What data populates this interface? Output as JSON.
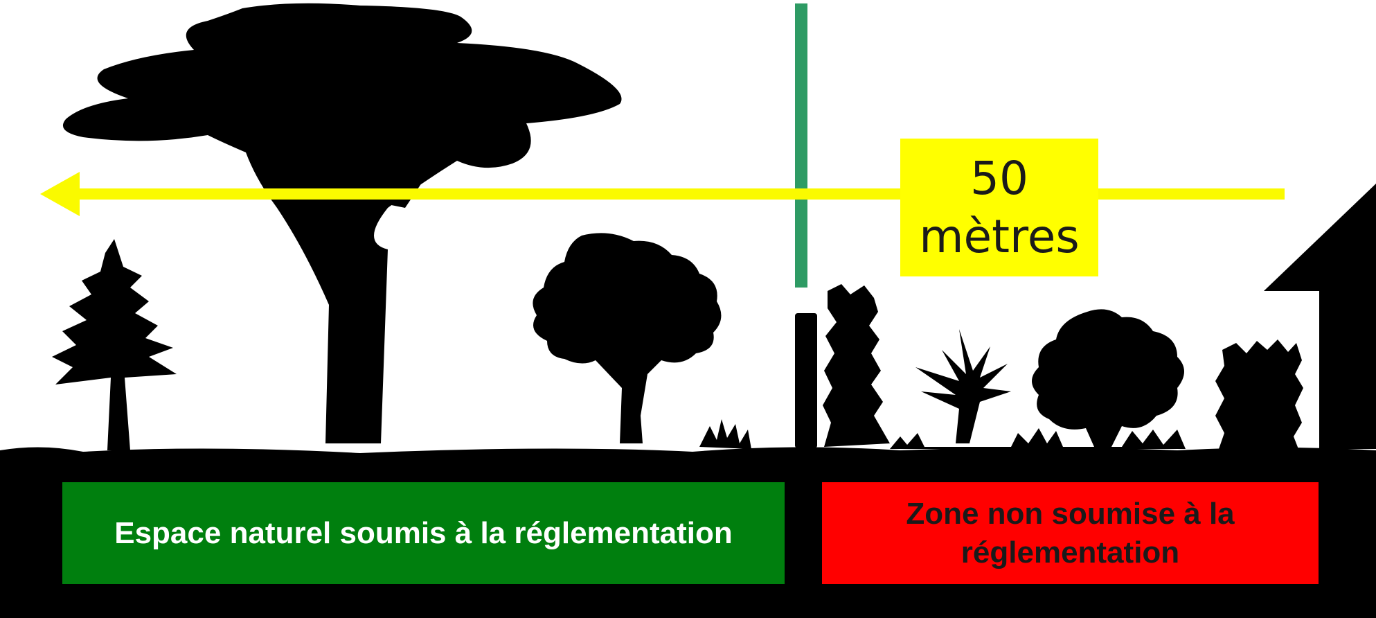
{
  "distance": {
    "value": "50",
    "unit": "mètres"
  },
  "zones": {
    "regulated": {
      "label": "Espace naturel soumis à la réglementation"
    },
    "unregulated": {
      "label": "Zone non soumise à la réglementation"
    }
  },
  "colors": {
    "ground": "#000000",
    "silhouette": "#000000",
    "arrow": "#fafa00",
    "distance_box": "#ffff00",
    "boundary_line": "#2e9b64",
    "regulated_zone": "#007f0e",
    "regulated_text": "#ffffff",
    "unregulated_zone": "#ff0000",
    "unregulated_text": "#1a1a1a"
  },
  "icons": [
    "fir-tree-silhouette",
    "acacia-tree-silhouette",
    "round-tree-silhouette",
    "grass-tuft-silhouette",
    "fence-post-silhouette",
    "tall-shrub-silhouette",
    "palm-shrub-silhouette",
    "bush-silhouette",
    "hedge-silhouette",
    "house-silhouette"
  ]
}
